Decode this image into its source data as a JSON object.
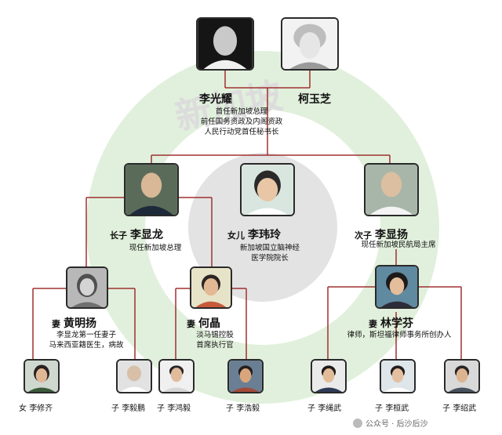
{
  "watermark": {
    "text": "新加坡",
    "account": "公众号 · 后沙后沙"
  },
  "colors": {
    "line": "#a03030",
    "frame": "#2a2a2a",
    "watermark_green": "#c8e3c0",
    "watermark_gray": "#dcdcdc"
  },
  "people": {
    "founder": {
      "name": "李光耀",
      "titles": [
        "首任新加坡总理",
        "前任国务资政及内阁资政",
        "人民行动党首任秘书长"
      ]
    },
    "founder_wife": {
      "name": "柯玉芝"
    },
    "son1": {
      "role": "长子",
      "name": "李显龙",
      "title": "现任新加坡总理"
    },
    "daughter": {
      "role": "女儿",
      "name": "李玮玲",
      "titles": [
        "新加坡国立脑神经",
        "医学院院长"
      ]
    },
    "son2": {
      "role": "次子",
      "name": "李显扬",
      "title": "现任新加坡民航局主席"
    },
    "son1_wife1": {
      "role": "妻",
      "name": "黄明扬",
      "titles": [
        "李显龙第一任妻子",
        "马来西亚籍医生，病故"
      ]
    },
    "son1_wife2": {
      "role": "妻",
      "name": "何晶",
      "titles": [
        "淡马锡控股",
        "首席执行官"
      ]
    },
    "son2_wife": {
      "role": "妻",
      "name": "林学芬",
      "title": "律师，斯坦福律师事务所创办人"
    },
    "gc1": {
      "role": "女",
      "name": "李修齐"
    },
    "gc2": {
      "role": "子",
      "name": "李毅鹏"
    },
    "gc3": {
      "role": "子",
      "name": "李鸿毅"
    },
    "gc4": {
      "role": "子",
      "name": "李浩毅"
    },
    "gc5": {
      "role": "子",
      "name": "李绳武"
    },
    "gc6": {
      "role": "子",
      "name": "李桓武"
    },
    "gc7": {
      "role": "子",
      "name": "李绍武"
    }
  }
}
